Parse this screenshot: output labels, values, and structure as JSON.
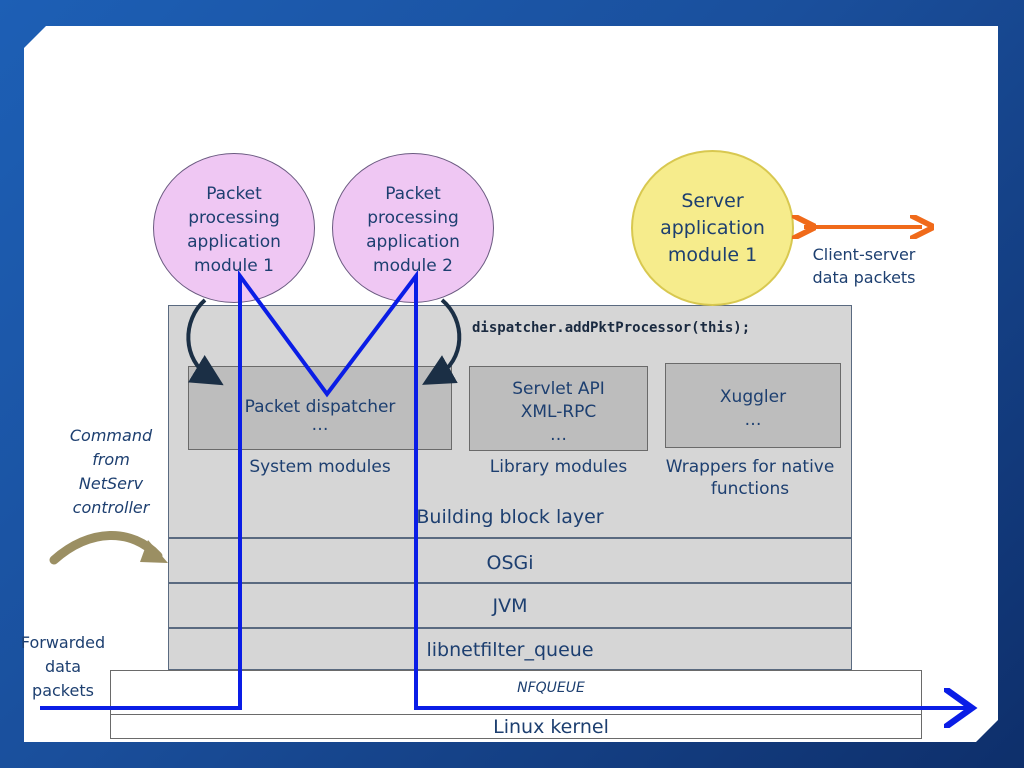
{
  "circles": {
    "ppam1": "Packet\nprocessing\napplication\nmodule 1",
    "ppam2": "Packet\nprocessing\napplication\nmodule 2",
    "server": "Server\napplication\nmodule 1"
  },
  "labels": {
    "client_server": "Client-server\ndata packets",
    "dispatcher_call": "dispatcher.addPktProcessor(this);",
    "command": "Command\nfrom\nNetServ\ncontroller",
    "forwarded": "Forwarded\ndata\npackets",
    "nfqueue": "NFQUEUE"
  },
  "modules": {
    "packet_dispatcher": "Packet dispatcher",
    "packet_dispatcher_more": "…",
    "library": "Servlet API\nXML-RPC\n…",
    "xuggler": "Xuggler\n…"
  },
  "module_groups": {
    "system": "System modules",
    "library": "Library modules",
    "wrappers": "Wrappers for native\nfunctions"
  },
  "layers": {
    "building_block": "Building block layer",
    "osgi": "OSGi",
    "jvm": "JVM",
    "libnetfilter": "libnetfilter_queue",
    "linux_kernel": "Linux kernel"
  },
  "colors": {
    "circle_purple": "#efc7f3",
    "circle_yellow": "#f6ec8c",
    "blue_line": "#0a1de6",
    "orange_arrow": "#f06a1a",
    "command_arrow": "#9b8f63",
    "dark_arrow": "#1b2f45"
  }
}
